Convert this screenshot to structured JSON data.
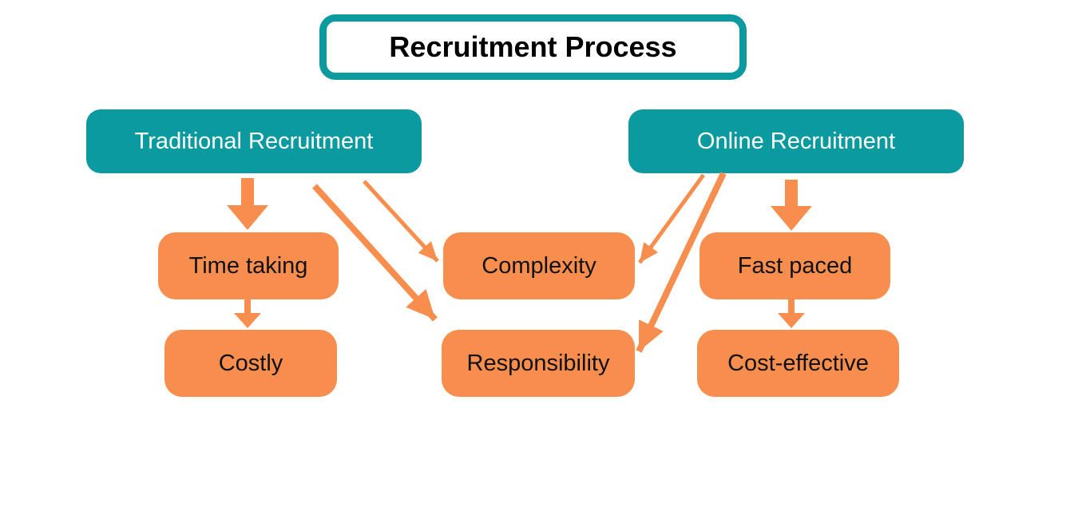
{
  "title": "Recruitment Process",
  "colors": {
    "teal": "#0A9AA0",
    "orange": "#F78E4E",
    "label_light": "#FFFFFF",
    "label_dark": "#111111",
    "background": "#FFFFFF"
  },
  "nodes": {
    "traditional": {
      "label": "Traditional Recruitment"
    },
    "online": {
      "label": "Online Recruitment"
    },
    "time_taking": {
      "label": "Time taking"
    },
    "complexity": {
      "label": "Complexity"
    },
    "fast_paced": {
      "label": "Fast paced"
    },
    "costly": {
      "label": "Costly"
    },
    "responsibility": {
      "label": "Responsibility"
    },
    "cost_effective": {
      "label": "Cost-effective"
    }
  },
  "connections": [
    {
      "from": "Traditional Recruitment",
      "to": "Time taking"
    },
    {
      "from": "Traditional Recruitment",
      "to": "Complexity"
    },
    {
      "from": "Traditional Recruitment",
      "to": "Responsibility"
    },
    {
      "from": "Time taking",
      "to": "Costly"
    },
    {
      "from": "Online Recruitment",
      "to": "Fast paced"
    },
    {
      "from": "Online Recruitment",
      "to": "Complexity"
    },
    {
      "from": "Online Recruitment",
      "to": "Responsibility"
    },
    {
      "from": "Fast paced",
      "to": "Cost-effective"
    }
  ]
}
